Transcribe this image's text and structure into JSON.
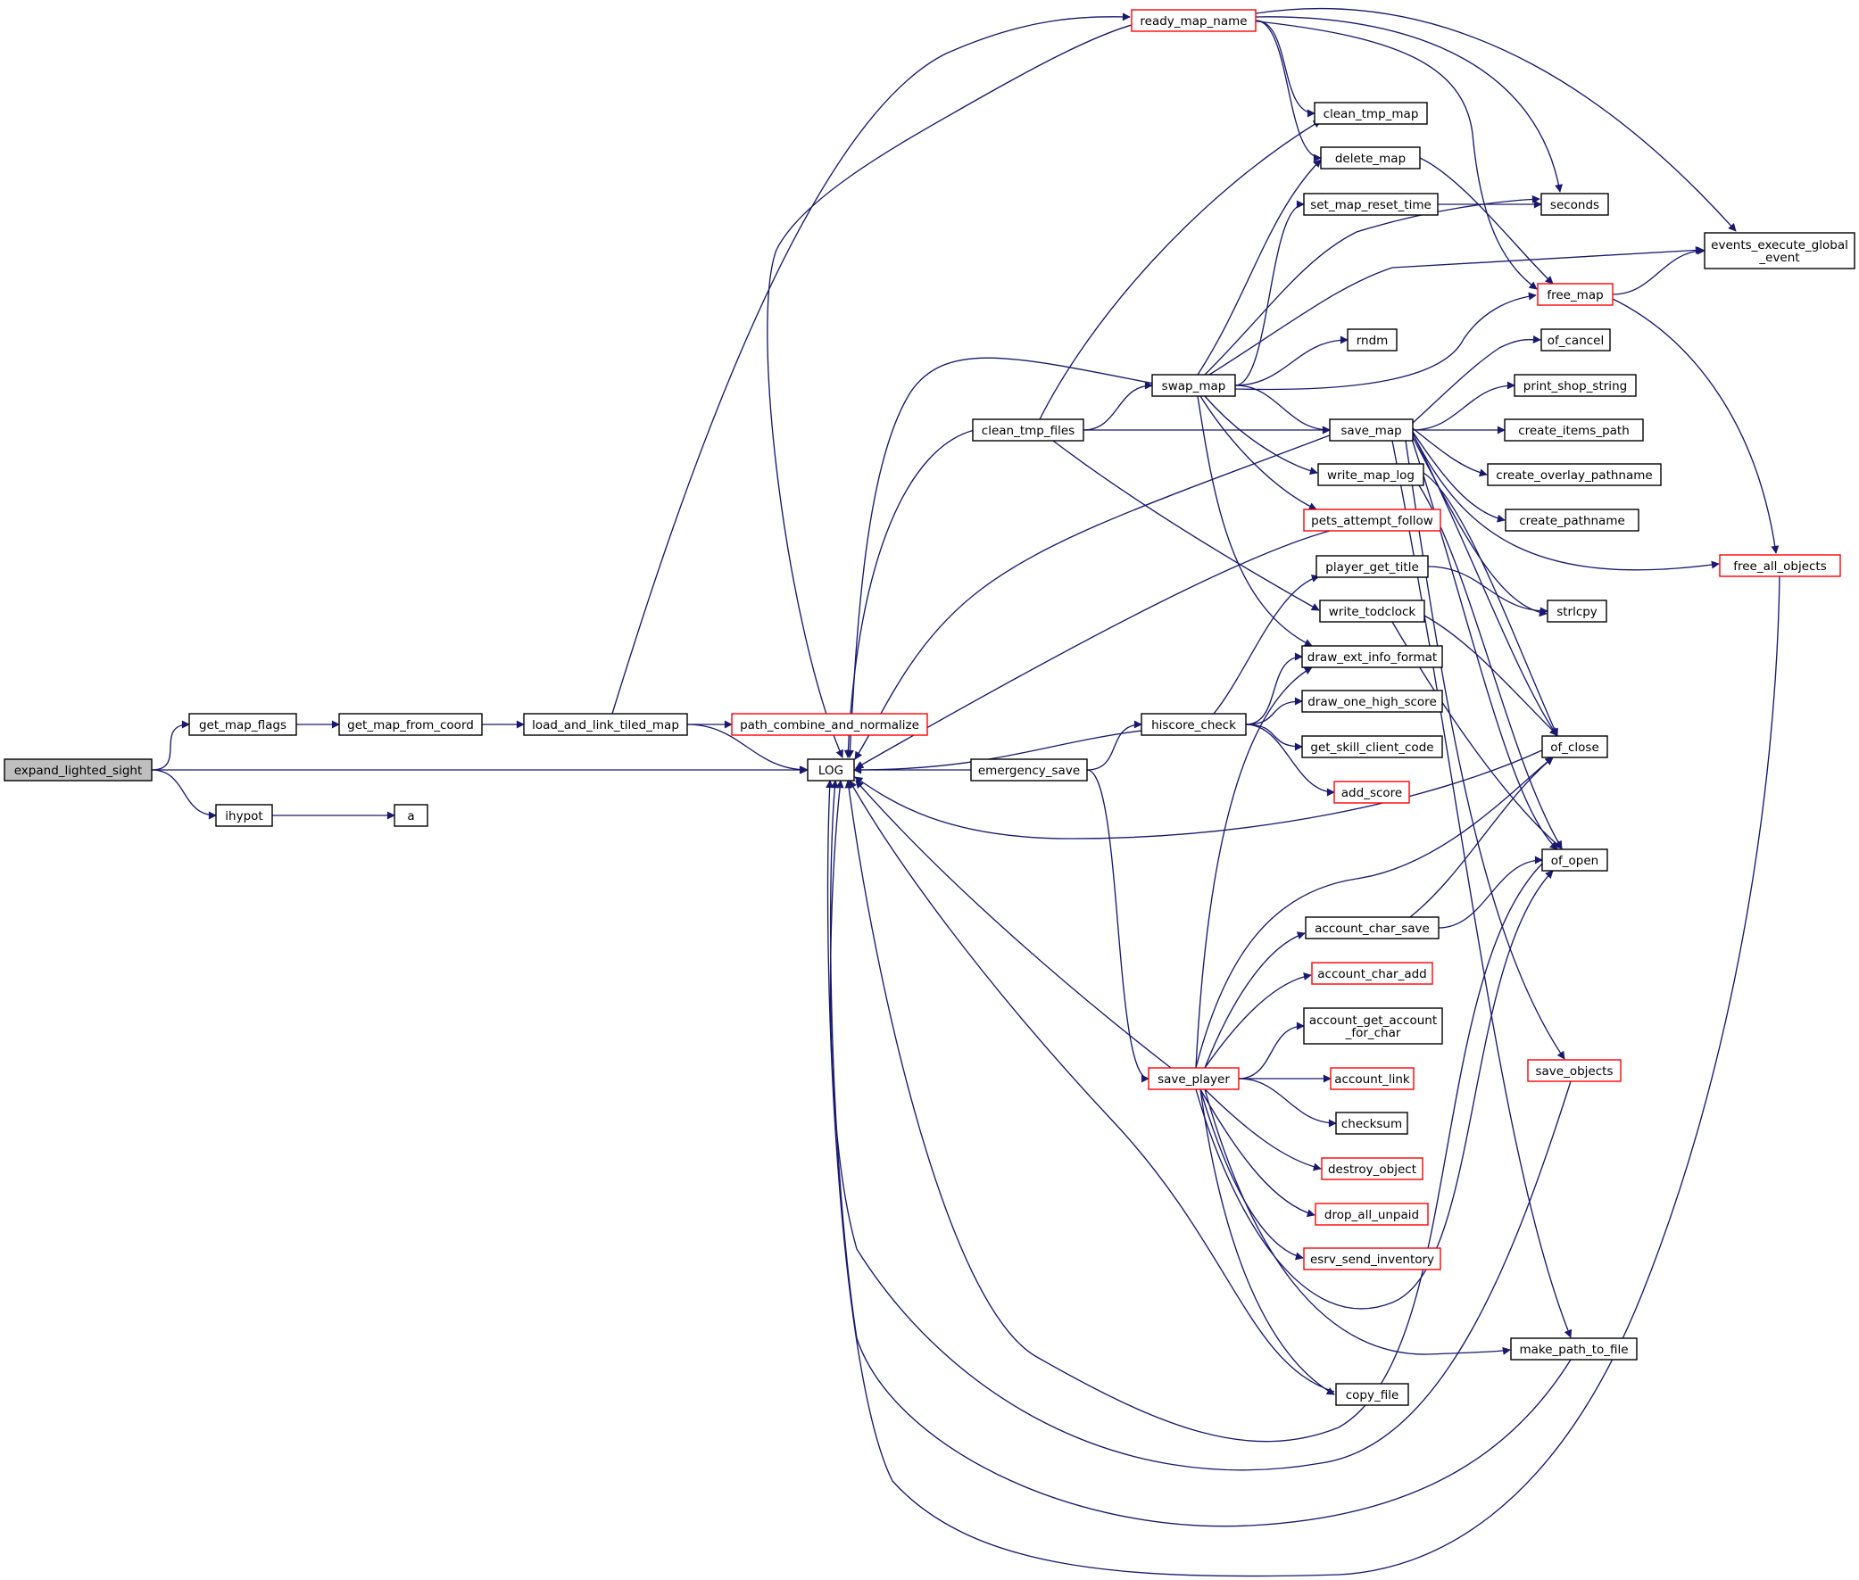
{
  "diagram": {
    "type": "call-graph",
    "colors": {
      "edge": "#191970",
      "node_border": "#000000",
      "truncated_node_border": "#ff0000",
      "root_fill": "#bfbfbf",
      "node_fill": "#ffffff"
    },
    "nodes": [
      {
        "id": "expand_lighted_sight",
        "lines": [
          "expand_lighted_sight"
        ],
        "root": true
      },
      {
        "id": "get_map_flags",
        "lines": [
          "get_map_flags"
        ]
      },
      {
        "id": "get_map_from_coord",
        "lines": [
          "get_map_from_coord"
        ]
      },
      {
        "id": "load_and_link_tiled_map",
        "lines": [
          "load_and_link_tiled_map"
        ]
      },
      {
        "id": "path_combine_and_normalize",
        "lines": [
          "path_combine_and_normalize"
        ],
        "truncated": true
      },
      {
        "id": "ihypot",
        "lines": [
          "ihypot"
        ]
      },
      {
        "id": "a",
        "lines": [
          "a"
        ]
      },
      {
        "id": "LOG",
        "lines": [
          "LOG"
        ]
      },
      {
        "id": "ready_map_name",
        "lines": [
          "ready_map_name"
        ],
        "truncated": true
      },
      {
        "id": "clean_tmp_files",
        "lines": [
          "clean_tmp_files"
        ]
      },
      {
        "id": "emergency_save",
        "lines": [
          "emergency_save"
        ]
      },
      {
        "id": "swap_map",
        "lines": [
          "swap_map"
        ]
      },
      {
        "id": "hiscore_check",
        "lines": [
          "hiscore_check"
        ]
      },
      {
        "id": "save_player",
        "lines": [
          "save_player"
        ],
        "truncated": true
      },
      {
        "id": "clean_tmp_map",
        "lines": [
          "clean_tmp_map"
        ]
      },
      {
        "id": "delete_map",
        "lines": [
          "delete_map"
        ]
      },
      {
        "id": "set_map_reset_time",
        "lines": [
          "set_map_reset_time"
        ]
      },
      {
        "id": "rndm",
        "lines": [
          "rndm"
        ]
      },
      {
        "id": "save_map",
        "lines": [
          "save_map"
        ]
      },
      {
        "id": "write_map_log",
        "lines": [
          "write_map_log"
        ]
      },
      {
        "id": "pets_attempt_follow",
        "lines": [
          "pets_attempt_follow"
        ],
        "truncated": true
      },
      {
        "id": "player_get_title",
        "lines": [
          "player_get_title"
        ]
      },
      {
        "id": "write_todclock",
        "lines": [
          "write_todclock"
        ]
      },
      {
        "id": "draw_ext_info_format",
        "lines": [
          "draw_ext_info_format"
        ]
      },
      {
        "id": "draw_one_high_score",
        "lines": [
          "draw_one_high_score"
        ]
      },
      {
        "id": "get_skill_client_code",
        "lines": [
          "get_skill_client_code"
        ]
      },
      {
        "id": "add_score",
        "lines": [
          "add_score"
        ],
        "truncated": true
      },
      {
        "id": "account_char_save",
        "lines": [
          "account_char_save"
        ]
      },
      {
        "id": "account_char_add",
        "lines": [
          "account_char_add"
        ],
        "truncated": true
      },
      {
        "id": "account_get_account_for_char",
        "lines": [
          "account_get_account",
          "_for_char"
        ]
      },
      {
        "id": "account_link",
        "lines": [
          "account_link"
        ],
        "truncated": true
      },
      {
        "id": "checksum",
        "lines": [
          "checksum"
        ]
      },
      {
        "id": "destroy_object",
        "lines": [
          "destroy_object"
        ],
        "truncated": true
      },
      {
        "id": "drop_all_unpaid",
        "lines": [
          "drop_all_unpaid"
        ],
        "truncated": true
      },
      {
        "id": "esrv_send_inventory",
        "lines": [
          "esrv_send_inventory"
        ],
        "truncated": true
      },
      {
        "id": "copy_file",
        "lines": [
          "copy_file"
        ]
      },
      {
        "id": "seconds",
        "lines": [
          "seconds"
        ]
      },
      {
        "id": "free_map",
        "lines": [
          "free_map"
        ],
        "truncated": true
      },
      {
        "id": "of_cancel",
        "lines": [
          "of_cancel"
        ]
      },
      {
        "id": "print_shop_string",
        "lines": [
          "print_shop_string"
        ]
      },
      {
        "id": "create_items_path",
        "lines": [
          "create_items_path"
        ]
      },
      {
        "id": "create_overlay_pathname",
        "lines": [
          "create_overlay_pathname"
        ]
      },
      {
        "id": "create_pathname",
        "lines": [
          "create_pathname"
        ]
      },
      {
        "id": "strlcpy",
        "lines": [
          "strlcpy"
        ]
      },
      {
        "id": "of_close",
        "lines": [
          "of_close"
        ]
      },
      {
        "id": "of_open",
        "lines": [
          "of_open"
        ]
      },
      {
        "id": "save_objects",
        "lines": [
          "save_objects"
        ],
        "truncated": true
      },
      {
        "id": "make_path_to_file",
        "lines": [
          "make_path_to_file"
        ]
      },
      {
        "id": "events_execute_global_event",
        "lines": [
          "events_execute_global",
          "_event"
        ]
      },
      {
        "id": "free_all_objects",
        "lines": [
          "free_all_objects"
        ],
        "truncated": true
      }
    ],
    "edges": [
      {
        "from": "expand_lighted_sight",
        "to": "get_map_flags"
      },
      {
        "from": "expand_lighted_sight",
        "to": "LOG"
      },
      {
        "from": "expand_lighted_sight",
        "to": "ihypot"
      },
      {
        "from": "get_map_flags",
        "to": "get_map_from_coord"
      },
      {
        "from": "get_map_from_coord",
        "to": "load_and_link_tiled_map"
      },
      {
        "from": "load_and_link_tiled_map",
        "to": "path_combine_and_normalize"
      },
      {
        "from": "load_and_link_tiled_map",
        "to": "LOG"
      },
      {
        "from": "load_and_link_tiled_map",
        "to": "ready_map_name"
      },
      {
        "from": "ihypot",
        "to": "a"
      },
      {
        "from": "ready_map_name",
        "to": "clean_tmp_map"
      },
      {
        "from": "ready_map_name",
        "to": "delete_map"
      },
      {
        "from": "ready_map_name",
        "to": "seconds"
      },
      {
        "from": "ready_map_name",
        "to": "events_execute_global_event"
      },
      {
        "from": "ready_map_name",
        "to": "free_map"
      },
      {
        "from": "ready_map_name",
        "to": "LOG"
      },
      {
        "from": "clean_tmp_files",
        "to": "LOG"
      },
      {
        "from": "clean_tmp_files",
        "to": "clean_tmp_map"
      },
      {
        "from": "clean_tmp_files",
        "to": "swap_map"
      },
      {
        "from": "clean_tmp_files",
        "to": "save_map"
      },
      {
        "from": "clean_tmp_files",
        "to": "write_todclock"
      },
      {
        "from": "emergency_save",
        "to": "LOG"
      },
      {
        "from": "emergency_save",
        "to": "hiscore_check"
      },
      {
        "from": "emergency_save",
        "to": "save_player"
      },
      {
        "from": "swap_map",
        "to": "LOG"
      },
      {
        "from": "swap_map",
        "to": "delete_map"
      },
      {
        "from": "swap_map",
        "to": "set_map_reset_time"
      },
      {
        "from": "swap_map",
        "to": "seconds"
      },
      {
        "from": "swap_map",
        "to": "events_execute_global_event"
      },
      {
        "from": "swap_map",
        "to": "rndm"
      },
      {
        "from": "swap_map",
        "to": "free_map"
      },
      {
        "from": "swap_map",
        "to": "save_map"
      },
      {
        "from": "swap_map",
        "to": "write_map_log"
      },
      {
        "from": "swap_map",
        "to": "pets_attempt_follow"
      },
      {
        "from": "swap_map",
        "to": "draw_ext_info_format"
      },
      {
        "from": "hiscore_check",
        "to": "LOG"
      },
      {
        "from": "hiscore_check",
        "to": "player_get_title"
      },
      {
        "from": "hiscore_check",
        "to": "draw_ext_info_format"
      },
      {
        "from": "hiscore_check",
        "to": "draw_one_high_score"
      },
      {
        "from": "hiscore_check",
        "to": "get_skill_client_code"
      },
      {
        "from": "hiscore_check",
        "to": "add_score"
      },
      {
        "from": "save_player",
        "to": "LOG"
      },
      {
        "from": "save_player",
        "to": "draw_ext_info_format"
      },
      {
        "from": "save_player",
        "to": "of_close"
      },
      {
        "from": "save_player",
        "to": "account_char_save"
      },
      {
        "from": "save_player",
        "to": "account_char_add"
      },
      {
        "from": "save_player",
        "to": "account_get_account_for_char"
      },
      {
        "from": "save_player",
        "to": "account_link"
      },
      {
        "from": "save_player",
        "to": "checksum"
      },
      {
        "from": "save_player",
        "to": "destroy_object"
      },
      {
        "from": "save_player",
        "to": "drop_all_unpaid"
      },
      {
        "from": "save_player",
        "to": "esrv_send_inventory"
      },
      {
        "from": "save_player",
        "to": "of_open"
      },
      {
        "from": "save_player",
        "to": "make_path_to_file"
      },
      {
        "from": "save_player",
        "to": "copy_file"
      },
      {
        "from": "delete_map",
        "to": "free_map"
      },
      {
        "from": "set_map_reset_time",
        "to": "seconds"
      },
      {
        "from": "free_map",
        "to": "events_execute_global_event"
      },
      {
        "from": "free_map",
        "to": "free_all_objects"
      },
      {
        "from": "save_map",
        "to": "LOG"
      },
      {
        "from": "save_map",
        "to": "of_cancel"
      },
      {
        "from": "save_map",
        "to": "print_shop_string"
      },
      {
        "from": "save_map",
        "to": "create_items_path"
      },
      {
        "from": "save_map",
        "to": "create_overlay_pathname"
      },
      {
        "from": "save_map",
        "to": "create_pathname"
      },
      {
        "from": "save_map",
        "to": "free_all_objects"
      },
      {
        "from": "save_map",
        "to": "strlcpy"
      },
      {
        "from": "save_map",
        "to": "of_close"
      },
      {
        "from": "save_map",
        "to": "of_open"
      },
      {
        "from": "save_map",
        "to": "save_objects"
      },
      {
        "from": "save_map",
        "to": "make_path_to_file"
      },
      {
        "from": "write_map_log",
        "to": "of_close"
      },
      {
        "from": "write_map_log",
        "to": "of_open"
      },
      {
        "from": "pets_attempt_follow",
        "to": "LOG"
      },
      {
        "from": "player_get_title",
        "to": "strlcpy"
      },
      {
        "from": "write_todclock",
        "to": "of_close"
      },
      {
        "from": "write_todclock",
        "to": "of_open"
      },
      {
        "from": "account_char_save",
        "to": "of_close"
      },
      {
        "from": "account_char_save",
        "to": "of_open"
      },
      {
        "from": "copy_file",
        "to": "LOG"
      },
      {
        "from": "of_close",
        "to": "LOG"
      },
      {
        "from": "of_open",
        "to": "LOG"
      },
      {
        "from": "save_objects",
        "to": "LOG"
      },
      {
        "from": "make_path_to_file",
        "to": "LOG"
      },
      {
        "from": "free_all_objects",
        "to": "LOG"
      }
    ]
  }
}
